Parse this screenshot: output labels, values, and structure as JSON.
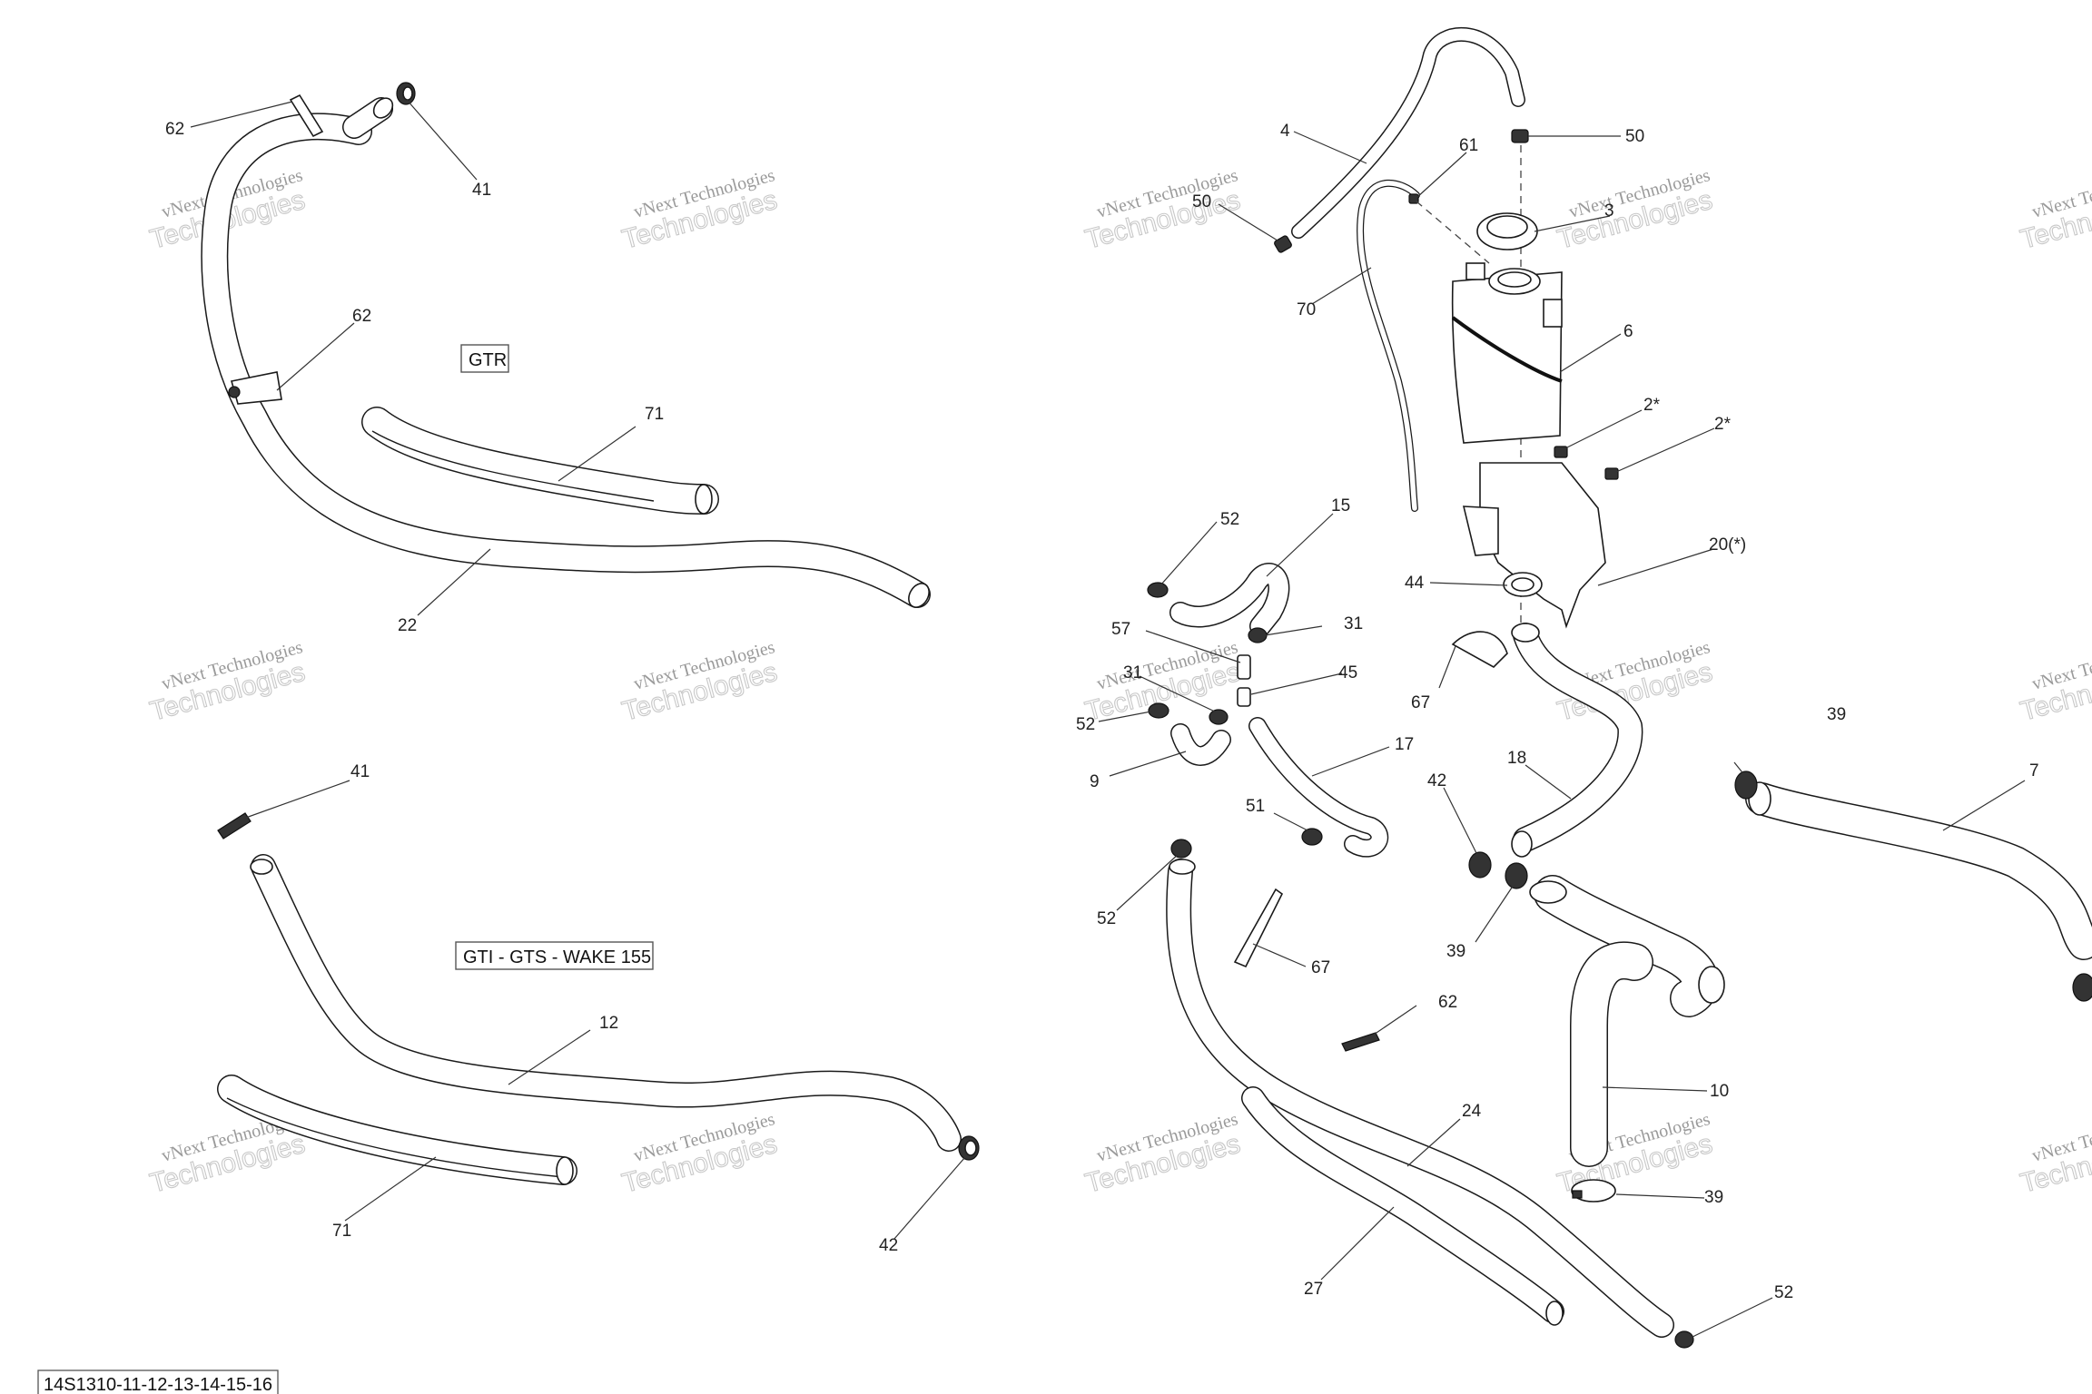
{
  "groups": {
    "gtr": "GTR",
    "gti": "GTI - GTS - WAKE 155"
  },
  "watermark": {
    "line1": "vNext Technologies",
    "line2": "Technologies"
  },
  "footer": {
    "reference": "14S1310-11-12-13-14-15-16"
  },
  "callouts": [
    {
      "id": "62a",
      "label": "62"
    },
    {
      "id": "41a",
      "label": "41"
    },
    {
      "id": "62b",
      "label": "62"
    },
    {
      "id": "71a",
      "label": "71"
    },
    {
      "id": "22",
      "label": "22"
    },
    {
      "id": "41b",
      "label": "41"
    },
    {
      "id": "12",
      "label": "12"
    },
    {
      "id": "71b",
      "label": "71"
    },
    {
      "id": "42a",
      "label": "42"
    },
    {
      "id": "4",
      "label": "4"
    },
    {
      "id": "61",
      "label": "61"
    },
    {
      "id": "50a",
      "label": "50"
    },
    {
      "id": "50b",
      "label": "50"
    },
    {
      "id": "3",
      "label": "3"
    },
    {
      "id": "70",
      "label": "70"
    },
    {
      "id": "6",
      "label": "6"
    },
    {
      "id": "2a",
      "label": "2*"
    },
    {
      "id": "2b",
      "label": "2*"
    },
    {
      "id": "52a",
      "label": "52"
    },
    {
      "id": "15",
      "label": "15"
    },
    {
      "id": "20",
      "label": "20(*)"
    },
    {
      "id": "44",
      "label": "44"
    },
    {
      "id": "57",
      "label": "57"
    },
    {
      "id": "31a",
      "label": "31"
    },
    {
      "id": "31b",
      "label": "31"
    },
    {
      "id": "45",
      "label": "45"
    },
    {
      "id": "67a",
      "label": "67"
    },
    {
      "id": "52b",
      "label": "52"
    },
    {
      "id": "17",
      "label": "17"
    },
    {
      "id": "9",
      "label": "9"
    },
    {
      "id": "18",
      "label": "18"
    },
    {
      "id": "39a",
      "label": "39"
    },
    {
      "id": "7",
      "label": "7"
    },
    {
      "id": "42b",
      "label": "42"
    },
    {
      "id": "51",
      "label": "51"
    },
    {
      "id": "52c",
      "label": "52"
    },
    {
      "id": "39b",
      "label": "39"
    },
    {
      "id": "67b",
      "label": "67"
    },
    {
      "id": "62c",
      "label": "62"
    },
    {
      "id": "10",
      "label": "10"
    },
    {
      "id": "24",
      "label": "24"
    },
    {
      "id": "39c",
      "label": "39"
    },
    {
      "id": "27",
      "label": "27"
    },
    {
      "id": "52d",
      "label": "52"
    }
  ]
}
